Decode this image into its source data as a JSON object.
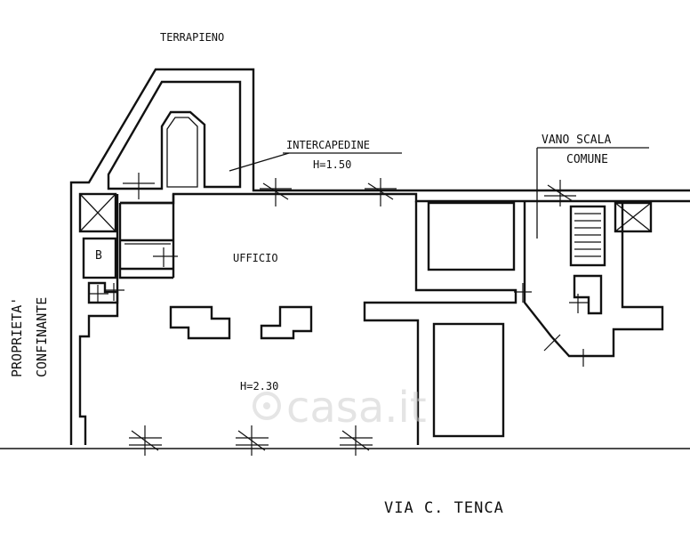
{
  "labels": {
    "terrapieno": "TERRAPIENO",
    "intercapedine": "INTERCAPEDINE",
    "intercapedine_height": "H=1.50",
    "vano_scala_1": "VANO SCALA",
    "vano_scala_2": "COMUNE",
    "ufficio": "UFFICIO",
    "ufficio_height": "H=2.30",
    "bagno": "B",
    "proprieta": "PROPRIETA'",
    "confinante": "CONFINANTE",
    "street": "VIA C. TENCA"
  },
  "watermark": {
    "text": "casa.it"
  },
  "colors": {
    "ink": "#111111",
    "background": "#ffffff",
    "watermark": "#cfcfcf"
  }
}
